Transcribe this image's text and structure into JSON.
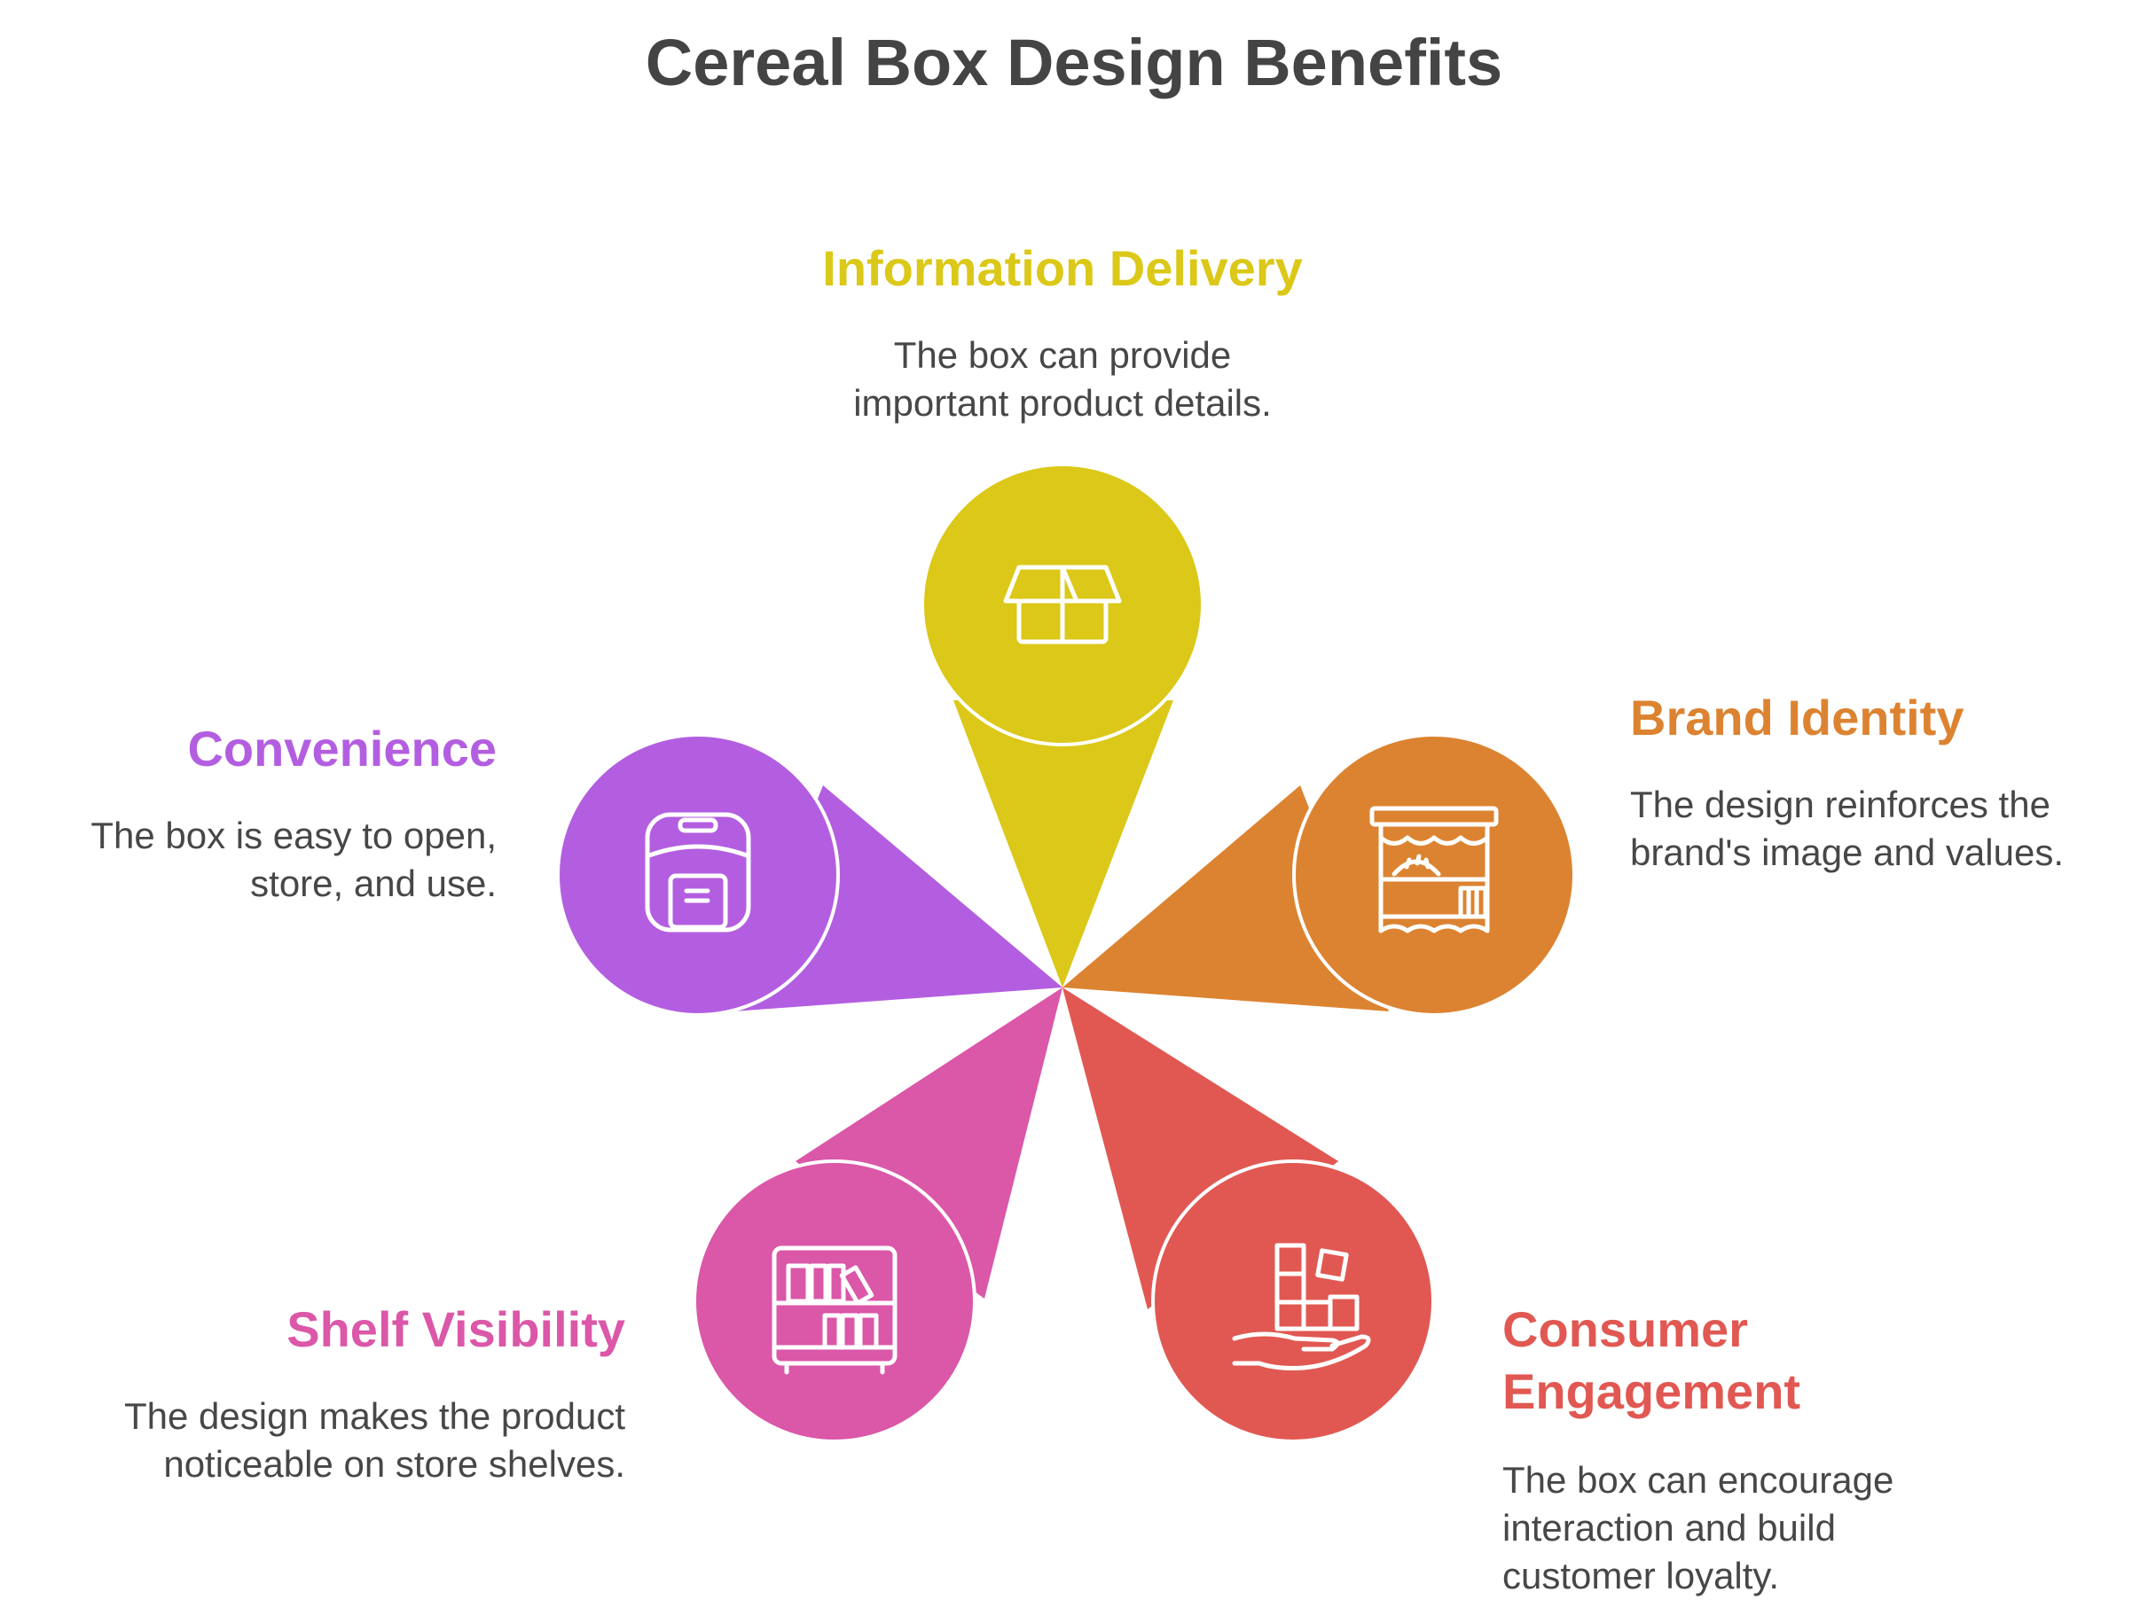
{
  "title": "Cereal Box Design Benefits",
  "items": [
    {
      "key": "information",
      "label": "Information Delivery",
      "description": "The box can provide important product details.",
      "color": "#DBC818",
      "icon": "open-box-icon"
    },
    {
      "key": "brand",
      "label": "Brand Identity",
      "description": "The design reinforces the brand's image and values.",
      "color": "#DC8331",
      "icon": "storefront-icon"
    },
    {
      "key": "engagement",
      "label": "Consumer Engagement",
      "description": "The box can encourage interaction and build customer loyalty.",
      "color": "#E15852",
      "icon": "hand-with-blocks-icon"
    },
    {
      "key": "shelf",
      "label": "Shelf Visibility",
      "description": "The design makes the product noticeable on store shelves.",
      "color": "#DB57A8",
      "icon": "bookshelf-icon"
    },
    {
      "key": "convenience",
      "label": "Convenience",
      "description": "The box is easy to open, store, and use.",
      "color": "#B35EE0",
      "icon": "rice-cooker-icon"
    }
  ]
}
